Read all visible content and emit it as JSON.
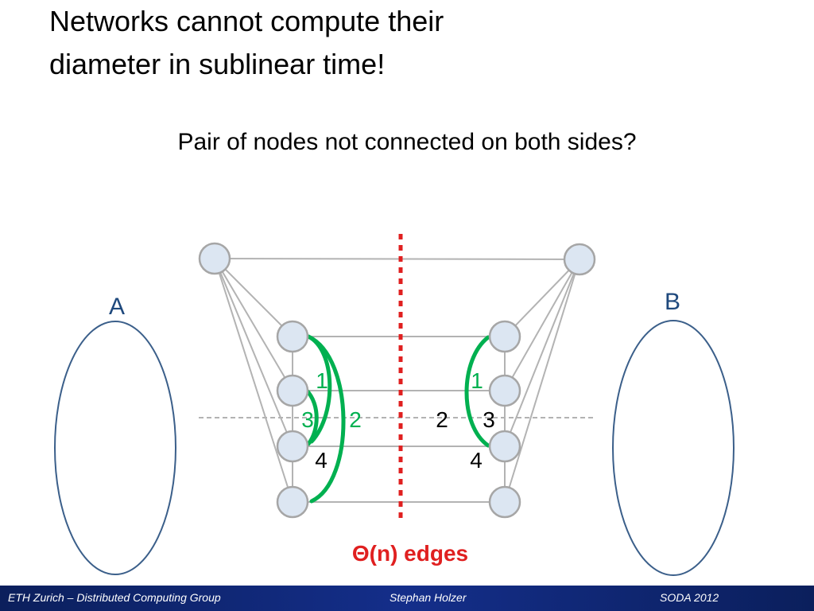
{
  "slide": {
    "title_line1": "Networks cannot compute their",
    "title_line2": "diameter in sublinear time!",
    "subtitle": "Pair of nodes not connected on both sides?"
  },
  "diagram": {
    "label_a": "A",
    "label_b": "B",
    "cut_label": "Θ(n) edges",
    "left_numbers": [
      "1",
      "3",
      "2",
      "4"
    ],
    "right_numbers": [
      "1",
      "2",
      "3",
      "4"
    ],
    "colors": {
      "node_fill": "#dce6f2",
      "node_stroke": "#a6a6a6",
      "edge": "#b3b3b3",
      "green_path": "#00b050",
      "cut_line": "#e02020",
      "ellipse": "#3b5f8a",
      "label_blue": "#1f497d"
    }
  },
  "footer": {
    "left": "ETH Zurich – Distributed Computing Group",
    "center": "Stephan Holzer",
    "right": "SODA 2012"
  }
}
